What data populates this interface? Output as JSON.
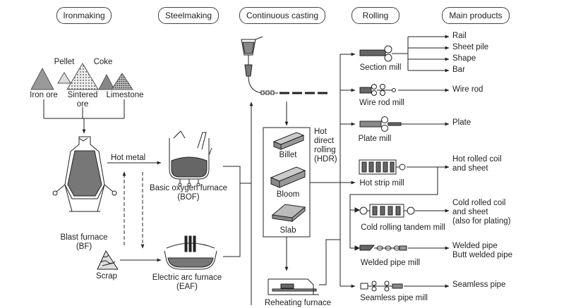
{
  "headers": {
    "ironmaking": "Ironmaking",
    "steelmaking": "Steelmaking",
    "continuous_casting": "Continuous casting",
    "rolling": "Rolling",
    "main_products": "Main products"
  },
  "raw_materials": {
    "pellet": "Pellet",
    "coke": "Coke",
    "iron_ore": "Iron ore",
    "sintered_ore": "Sintered\nore",
    "limestone": "Limestone"
  },
  "ironmaking": {
    "blast_furnace": "Blast furnace\n(BF)",
    "scrap": "Scrap",
    "hot_metal": "Hot metal"
  },
  "steelmaking": {
    "bof": "Basic oxygen furnace\n(BOF)",
    "eaf": "Electric arc furnace\n(EAF)"
  },
  "casting": {
    "billet": "Billet",
    "bloom": "Bloom",
    "slab": "Slab",
    "hdr": "Hot\ndirect\nrolling\n(HDR)",
    "reheating_furnace": "Reheating furnace"
  },
  "mills": [
    {
      "id": "section",
      "label": "Section mill"
    },
    {
      "id": "wire-rod",
      "label": "Wire rod mill"
    },
    {
      "id": "plate",
      "label": "Plate mill"
    },
    {
      "id": "hot-strip",
      "label": "Hot strip mill"
    },
    {
      "id": "cold-tandem",
      "label": "Cold rolling tandem mill"
    },
    {
      "id": "welded-pipe",
      "label": "Welded pipe mill"
    },
    {
      "id": "seamless-pipe",
      "label": "Seamless pipe mill"
    }
  ],
  "products": {
    "rail": "Rail",
    "sheet_pile": "Sheet pile",
    "shape": "Shape",
    "bar": "Bar",
    "wire_rod": "Wire rod",
    "plate": "Plate",
    "hot_rolled": "Hot rolled coil\nand sheet",
    "cold_rolled": "Cold rolled coil\nand sheet\n(also for plating)",
    "welded_pipe": "Welded pipe\nButt welded pipe",
    "seamless_pipe": "Seamless pipe"
  }
}
